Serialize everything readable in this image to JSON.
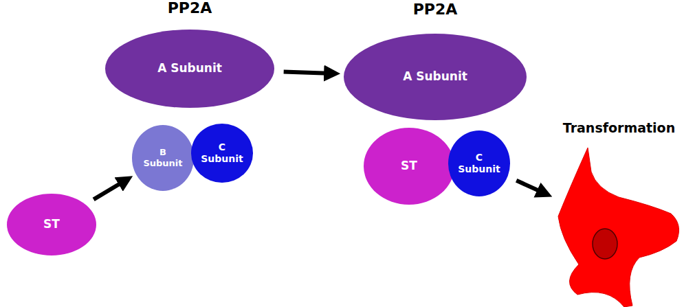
{
  "diagram": {
    "nodes": [
      {
        "text": [
          "PP2A",
          "A Subunit"
        ]
      },
      {
        "text": [
          "B Subunit"
        ]
      },
      {
        "text": [
          "C Subunit"
        ]
      },
      {
        "text": [
          "PP2A",
          "A Subunit"
        ]
      },
      {
        "text": [
          "ST"
        ]
      },
      {
        "text": [
          "C Subunit"
        ]
      },
      {
        "text": [
          "Transformation"
        ]
      },
      {
        "text": [
          "ST"
        ]
      }
    ],
    "edges": [
      {
        "from": 7,
        "to": 1,
        "arrow": "to"
      },
      {
        "from": 0,
        "to": 3,
        "arrow": "to"
      },
      {
        "from": 5,
        "to": 6,
        "arrow": "to"
      }
    ]
  }
}
